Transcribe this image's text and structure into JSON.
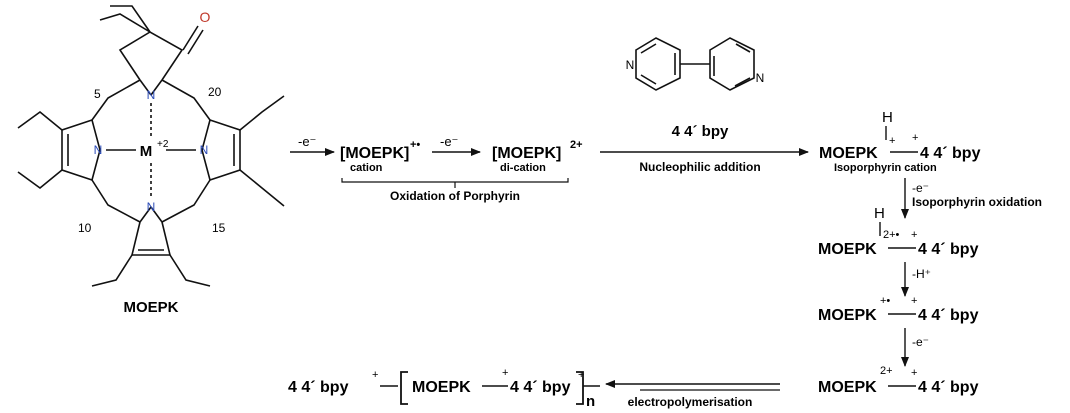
{
  "structure": {
    "name": "MOEPK",
    "metal": "M",
    "metal_charge": "+2",
    "ketone_oxygen": "O",
    "nitrogen": "N",
    "positions": [
      "5",
      "20",
      "10",
      "15"
    ]
  },
  "bipyridine": {
    "label": "4 4´ bpy",
    "nitrogen": "N"
  },
  "steps": {
    "electron_loss": "-e⁻",
    "proton_loss": "-H⁺",
    "oxidation_label": "Oxidation of Porphyrin",
    "nucleophilic_label": "Nucleophilic addition",
    "isoporphyrin_oxidation_label": "Isoporphyrin oxidation",
    "electropolymerisation_label": "electropolymerisation"
  },
  "species": {
    "radical_cation": "[MOEPK]",
    "radical_cation_charge": "+•",
    "radical_cation_label": "cation",
    "dication": "[MOEPK]",
    "dication_charge": "2+",
    "dication_label": "di-cation",
    "isoporphyrin_cation_label": "Isoporphyrin cation",
    "moepk": "MOEPK",
    "bpy": "4 4´ bpy",
    "hydrogen": "H",
    "plus": "+",
    "charge_2plus_radical": "2+•",
    "charge_plus_radical": "+•",
    "charge_2plus": "2+",
    "polymer_repeat": "n"
  }
}
